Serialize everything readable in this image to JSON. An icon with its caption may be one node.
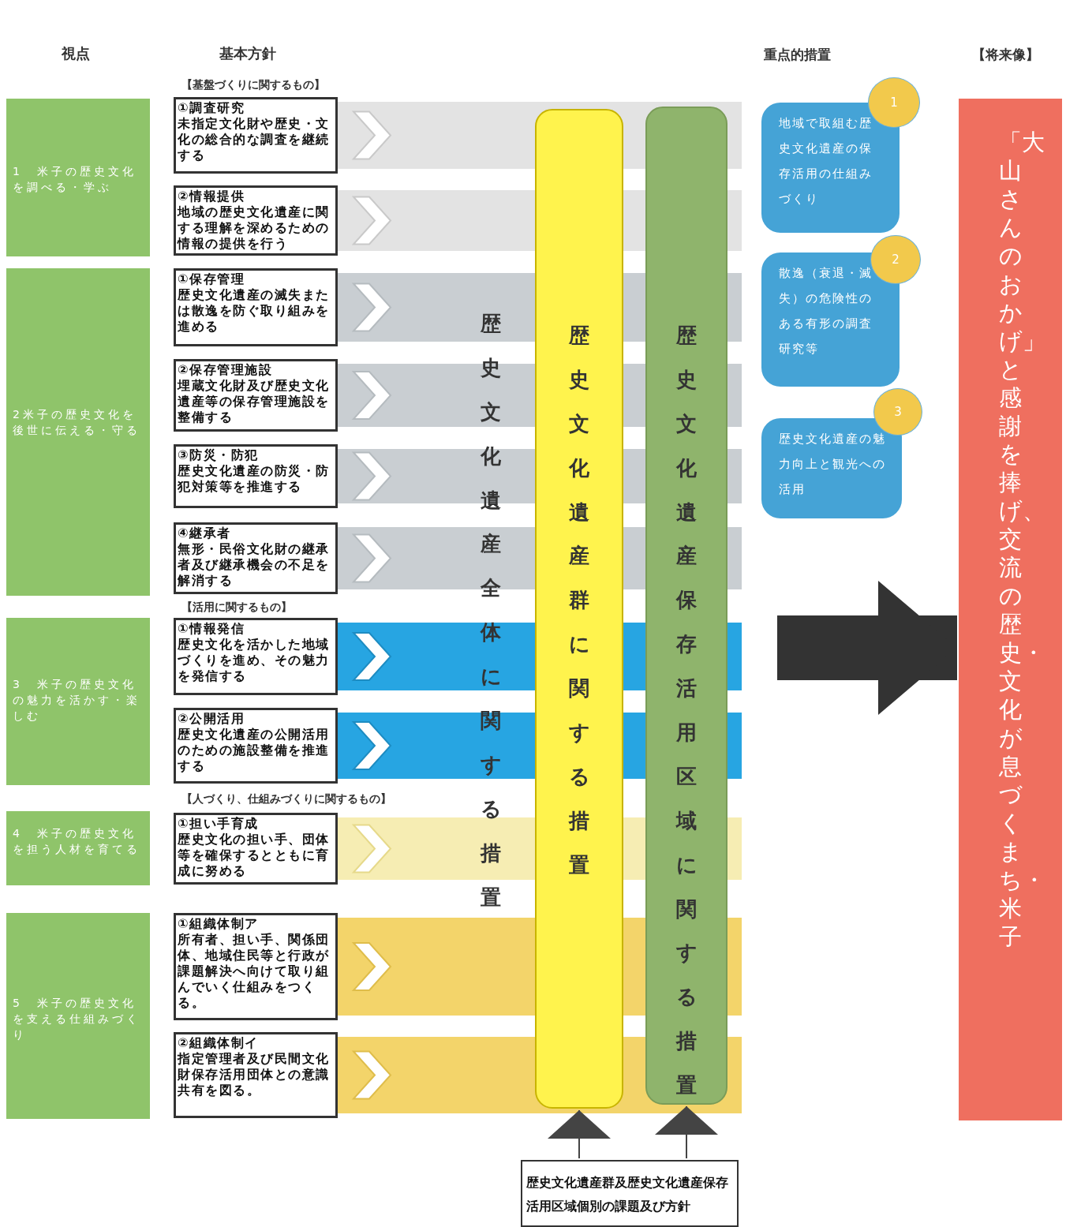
{
  "diagram": {
    "nodes": [
      {
        "text": [
          "1　米子の歴史文化を調べる・学ぶ"
        ]
      },
      {
        "text": [
          "2米子の歴史文化を後世に伝える・守る"
        ]
      },
      {
        "text": [
          "3　米子の歴史文化の魅力を活かす・楽しむ"
        ]
      },
      {
        "text": [
          "4　米子の歴史文化を担う人材を育てる"
        ]
      },
      {
        "text": [
          "5　米子の歴史文化を支える仕組みづくり"
        ]
      },
      {
        "text": [
          "①調査研究",
          "未指定文化財や歴史・文化の総合的な調査を継続する"
        ]
      },
      {
        "text": [
          "②情報提供",
          "地域の歴史文化遺産に関する理解を深めるための情報の提供を行う"
        ]
      },
      {
        "text": [
          "①保存管理",
          "歴史文化遺産の滅失または散逸を防ぐ取り組みを進める"
        ]
      },
      {
        "text": [
          "②保存管理施設",
          "埋蔵文化財及び歴史文化遺産等の保存管理施設を整備する"
        ]
      },
      {
        "text": [
          "③防災・防犯",
          "歴史文化遺産の防災・防犯対策等を推進する"
        ]
      },
      {
        "text": [
          "④継承者",
          "無形・民俗文化財の継承者及び継承機会の不足を解消する"
        ]
      },
      {
        "text": [
          "①情報発信",
          "歴史文化を活かした地域づくりを進め、その魅力を発信する"
        ]
      },
      {
        "text": [
          "②公開活用",
          "歴史文化遺産の公開活用のための施設整備を推進する"
        ]
      },
      {
        "text": [
          "①担い手育成",
          "歴史文化の担い手、団体等を確保するとともに育成に努める"
        ]
      },
      {
        "text": [
          "①組織体制ア",
          "所有者、担い手、関係団体、地域住民等と行政が課題解決へ向けて取り組んでいく仕組みをつくる。"
        ]
      },
      {
        "text": [
          "②組織体制イ",
          "指定管理者及び民間文化財保存活用団体との意識共有を図る。"
        ]
      },
      {
        "text": [
          "歴史文化遺産群に関する措置"
        ]
      },
      {
        "text": [
          "歴史文化遺産保存活用区域に関する措置"
        ]
      },
      {
        "text": [
          "1"
        ]
      },
      {
        "text": [
          "地域で取組む歴史文化遺産の保存活用の仕組みづくり"
        ]
      },
      {
        "text": [
          "2"
        ]
      },
      {
        "text": [
          "散逸（衰退・滅失）の危険性のある有形の調査研究等"
        ]
      },
      {
        "text": [
          "3"
        ]
      },
      {
        "text": [
          "歴史文化遺産の魅力向上と観光への活用"
        ]
      },
      {
        "text": [
          "「大山さんのおかげ」と感謝を捧げ、交流の歴史・文化が息づくまち・米子"
        ]
      },
      {
        "text": [
          "歴史文化遺産群及歴史文化遺産保存活用区域個別の課題及び方針"
        ]
      }
    ],
    "edges": [
      {
        "from": 25,
        "to": 16,
        "arrow": "to"
      },
      {
        "from": 25,
        "to": 17,
        "arrow": "to"
      },
      {
        "from": null,
        "to": 24,
        "arrow": "to",
        "style": "thick",
        "color": "#333333"
      }
    ],
    "labels": [
      "視点",
      "基本方針",
      "重点的措置",
      "【将来像】",
      "【基盤づくりに関するもの】",
      "【活用に関するもの】",
      "【人づくり、仕組みづくりに関するもの】",
      "歴史文化遺産全体に関する措置"
    ]
  }
}
